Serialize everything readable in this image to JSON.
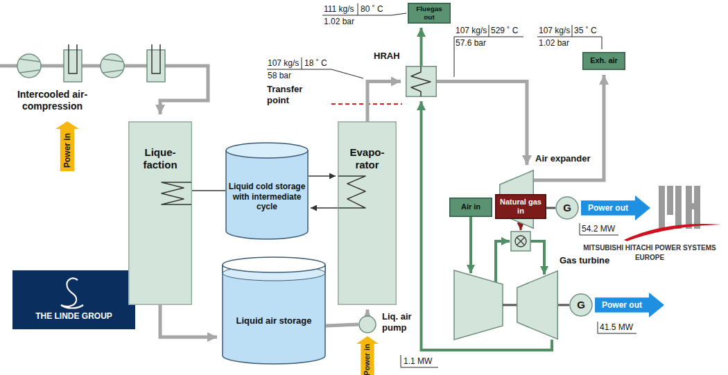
{
  "diagram": {
    "nodes": [
      {
        "text": [
          "Power in"
        ]
      },
      {
        "text": [
          "Lique- faction"
        ]
      },
      {
        "text": [
          "Liquid cold storage with intermediate cycle"
        ]
      },
      {
        "text": [
          "Evapo- rator"
        ]
      },
      {
        "text": [
          "Liquid air storage"
        ]
      },
      {
        "text": [
          "Liq. air pump"
        ]
      },
      {
        "text": [
          "Power in"
        ]
      },
      {
        "text": [
          "Fluegas out"
        ]
      },
      {
        "text": [
          "HRAH"
        ]
      },
      {
        "text": [
          "Exh. air"
        ]
      },
      {
        "text": [
          "Air expander"
        ]
      },
      {
        "text": [
          "G"
        ]
      },
      {
        "text": [
          "Power out"
        ]
      },
      {
        "text": [
          "Air in"
        ]
      },
      {
        "text": [
          "Natural gas in"
        ]
      },
      {
        "text": [
          "Gas turbine"
        ]
      },
      {
        "text": [
          "G"
        ]
      },
      {
        "text": [
          "Power out"
        ]
      }
    ],
    "edges": [
      {
        "from": 1,
        "to": 4,
        "arrow": "to"
      },
      {
        "from": 1,
        "to": 2,
        "arrow": "none"
      },
      {
        "from": 2,
        "to": 3,
        "arrow": "to"
      },
      {
        "from": 3,
        "to": 2,
        "arrow": "to"
      },
      {
        "from": 4,
        "to": 5,
        "arrow": "none"
      },
      {
        "from": 5,
        "to": 3,
        "arrow": "to"
      },
      {
        "from": 3,
        "to": 8,
        "arrow": "to"
      },
      {
        "from": 8,
        "to": 10,
        "arrow": "to"
      },
      {
        "from": 10,
        "to": 9,
        "arrow": "to"
      },
      {
        "from": 10,
        "to": 11,
        "arrow": "none"
      },
      {
        "from": 15,
        "to": 8,
        "arrow": "to"
      },
      {
        "from": 8,
        "to": 7,
        "arrow": "to"
      },
      {
        "from": 15,
        "to": 16,
        "arrow": "none"
      }
    ],
    "labels": [
      "Intercooled air-compression",
      "Transfer point",
      "111 kg/s",
      "80 ˚ C",
      "1.02 bar",
      "107 kg/s",
      "18 ˚ C",
      "58 bar",
      "107 kg/s",
      "529 ˚ C",
      "57.6 bar",
      "107 kg/s",
      "35 ˚ C",
      "1.02 bar",
      "54.2 MW",
      "41.5 MW",
      "1.1 MW",
      "MITSUBISHI HITACHI POWER SYSTEMS",
      "EUROPE",
      "THE LINDE GROUP"
    ]
  }
}
